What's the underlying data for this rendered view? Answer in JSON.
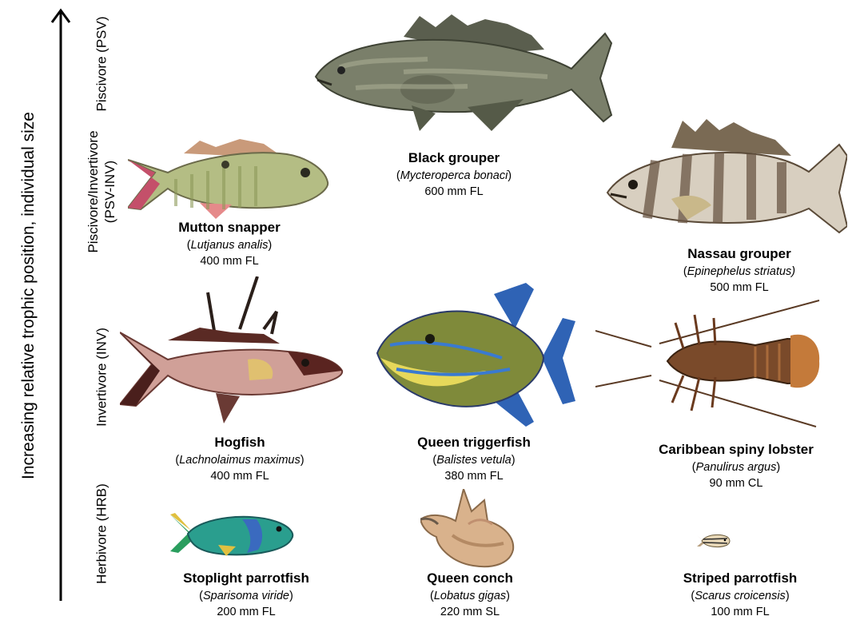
{
  "axis": {
    "label": "Increasing relative trophic position, individual size"
  },
  "levels": {
    "psv": {
      "line1": "Piscivore (PSV)"
    },
    "psv_inv": {
      "line1": "Piscivore/Invertivore",
      "line2": "(PSV-INV)"
    },
    "inv": {
      "line1": "Invertivore (INV)"
    },
    "hrb": {
      "line1": "Herbivore (HRB)"
    }
  },
  "species": {
    "black_grouper": {
      "common": "Black grouper",
      "sci_pre": "(",
      "sci": "Mycteroperca bonaci",
      "sci_post": ")",
      "size": "600 mm FL"
    },
    "mutton_snapper": {
      "common": "Mutton snapper",
      "sci_pre": "(",
      "sci": "Lutjanus analis",
      "sci_post": ")",
      "size": "400 mm FL"
    },
    "nassau_grouper": {
      "common": "Nassau grouper",
      "sci_pre": "(",
      "sci": "Epinephelus striatus)",
      "sci_post": "",
      "size": "500 mm FL"
    },
    "hogfish": {
      "common": "Hogfish",
      "sci_pre": "(",
      "sci": "Lachnolaimus maximus",
      "sci_post": ")",
      "size": "400 mm FL"
    },
    "queen_triggerfish": {
      "common": "Queen triggerfish",
      "sci_pre": "(",
      "sci": "Balistes vetula",
      "sci_post": ")",
      "size": "380 mm FL"
    },
    "spiny_lobster": {
      "common": "Caribbean spiny lobster",
      "sci_pre": "(",
      "sci": "Panulirus argus",
      "sci_post": ")",
      "size": "90 mm CL"
    },
    "stoplight_parrotfish": {
      "common": "Stoplight parrotfish",
      "sci_pre": "(",
      "sci": "Sparisoma viride",
      "sci_post": ")",
      "size": "200 mm FL"
    },
    "queen_conch": {
      "common": "Queen conch",
      "sci_pre": "(",
      "sci": "Lobatus gigas",
      "sci_post": ")",
      "size": "220 mm SL"
    },
    "striped_parrotfish": {
      "common": "Striped parrotfish",
      "sci_pre": "(",
      "sci": "Scarus croicensis",
      "sci_post": ")",
      "size": "100 mm FL"
    }
  },
  "colors": {
    "black_grouper": "#6f7462",
    "mutton_snapper": "#9aa56e",
    "nassau_grouper": "#8a7a64",
    "hogfish": "#c99a92",
    "queen_triggerfish": "#7a8a3a",
    "trigger_fins": "#2f63b5",
    "spiny_lobster": "#7a4a2a",
    "stoplight_parrotfish": "#2a9e8e",
    "queen_conch": "#d9b28c",
    "striped_parrotfish": "#c8a060"
  }
}
